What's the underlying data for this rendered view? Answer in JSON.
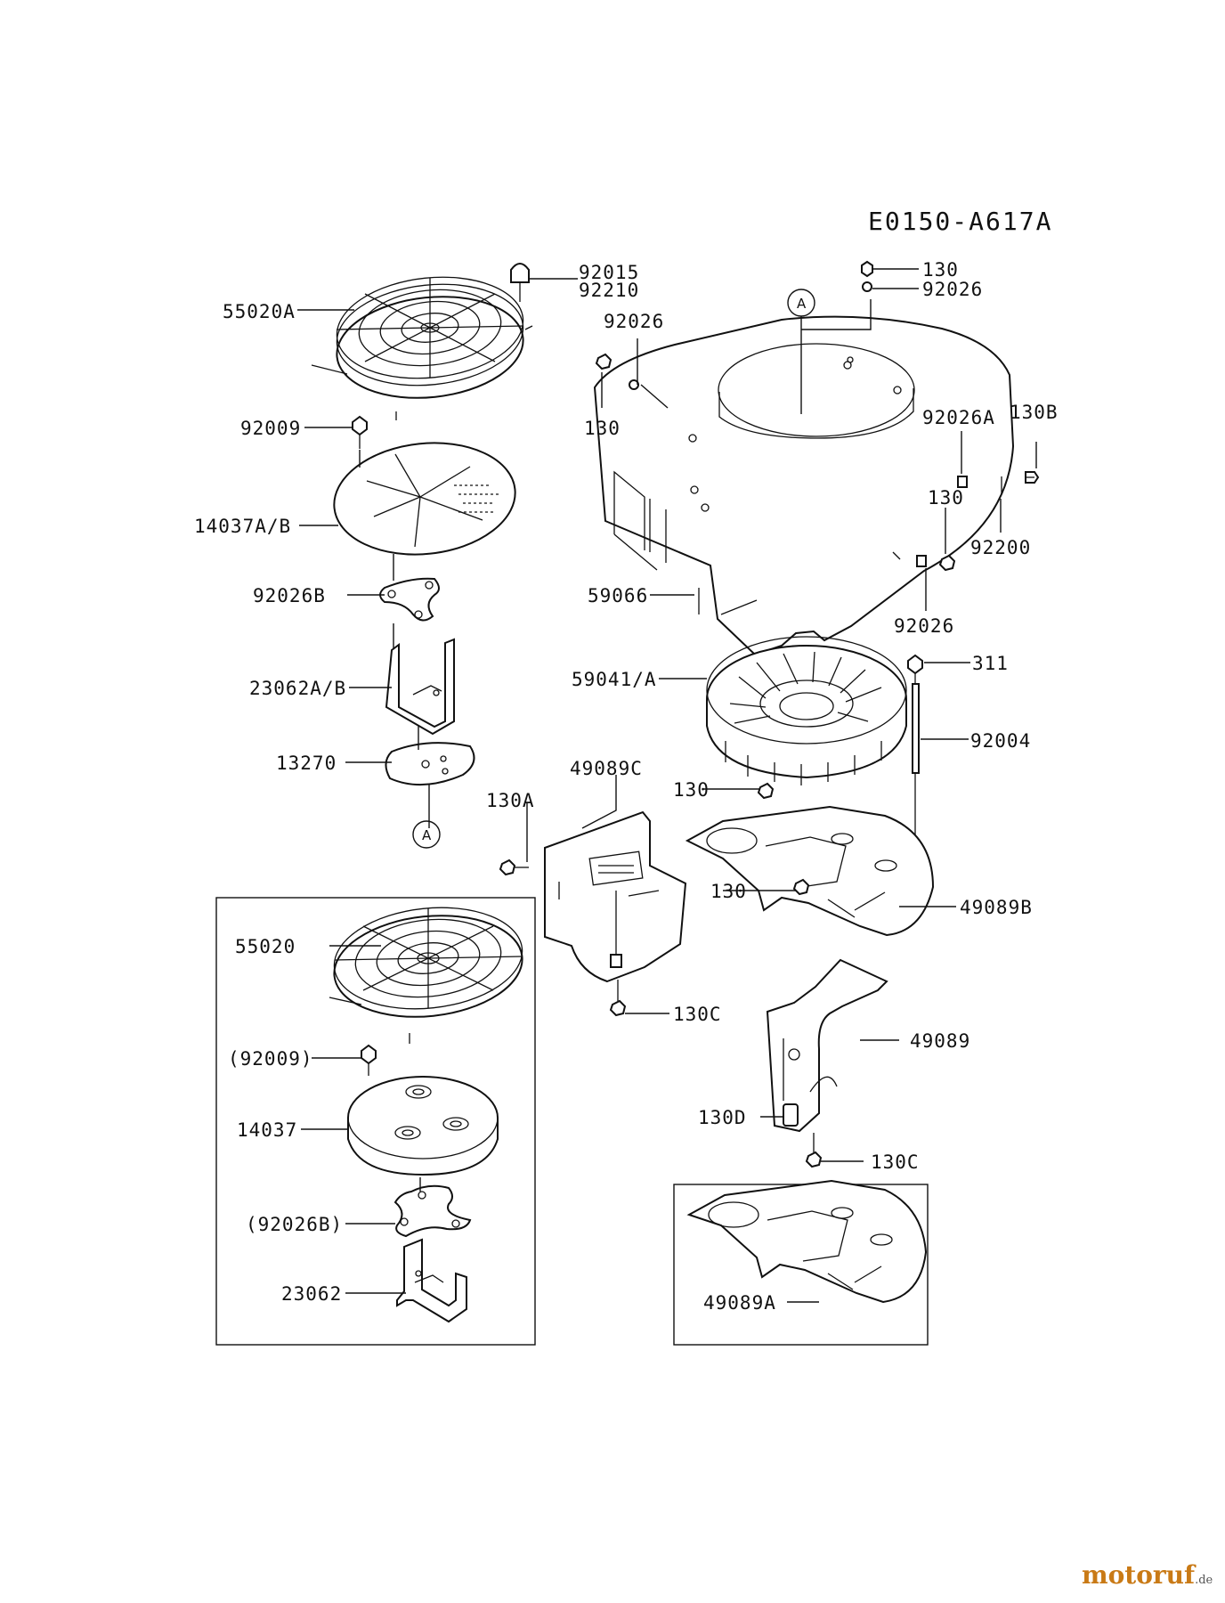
{
  "diagram": {
    "code": "E0150-A617A",
    "callout_ref": "A",
    "labels": {
      "p92015": "92015",
      "p92210": "92210",
      "p55020A": "55020A",
      "p92009": "92009",
      "p14037AB": "14037A/B",
      "p92026B": "92026B",
      "p23062AB": "23062A/B",
      "p13270": "13270",
      "p130_top": "130",
      "p92026_top": "92026",
      "p92026_left": "92026",
      "p130_left": "130",
      "p92026A": "92026A",
      "p130B": "130B",
      "p130_right": "130",
      "p92200": "92200",
      "p59066": "59066",
      "p92026_lower": "92026",
      "p59041A": "59041/A",
      "p311": "311",
      "p92004": "92004",
      "p49089C": "49089C",
      "p130A": "130A",
      "p130_mid": "130",
      "p130_mid2": "130",
      "p49089B": "49089B",
      "p130C_mid": "130C",
      "p49089": "49089",
      "p130D": "130D",
      "p130C_low": "130C",
      "p55020": "55020",
      "p92009p": "(92009)",
      "p14037": "14037",
      "p92026Bp": "(92026B)",
      "p23062": "23062",
      "p49089A": "49089A"
    }
  },
  "branding": {
    "name": "motoruf",
    "tld": ".de"
  }
}
